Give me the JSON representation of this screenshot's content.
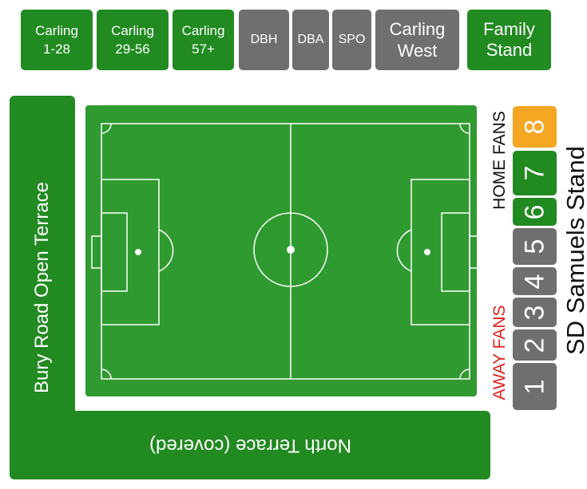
{
  "top_stands": [
    {
      "id": "carling-1-28",
      "label": "Carling\n1-28"
    },
    {
      "id": "carling-29-56",
      "label": "Carling\n29-56"
    },
    {
      "id": "carling-57",
      "label": "Carling\n57+"
    },
    {
      "id": "dbh",
      "label": "DBH"
    },
    {
      "id": "dba",
      "label": "DBA"
    },
    {
      "id": "spo",
      "label": "SPO"
    },
    {
      "id": "carling-west",
      "label": "Carling\nWest"
    },
    {
      "id": "family-stand",
      "label": "Family\nStand"
    }
  ],
  "bury_road": {
    "label": "Bury Road\nOpen Terrace"
  },
  "north_terrace": {
    "label": "North Terrace (covered)"
  },
  "sd_samuels": {
    "stand_label": "SD Samuels Stand",
    "home_label": "HOME FANS",
    "away_label": "AWAY FANS",
    "sections": [
      "1",
      "2",
      "3",
      "4",
      "5",
      "6",
      "7",
      "8"
    ]
  },
  "colors": {
    "green": "#218a21",
    "grey": "#6f6f6f",
    "orange": "#f5a623",
    "away_red": "#e0201b",
    "pitch": "#2f9a2f"
  }
}
